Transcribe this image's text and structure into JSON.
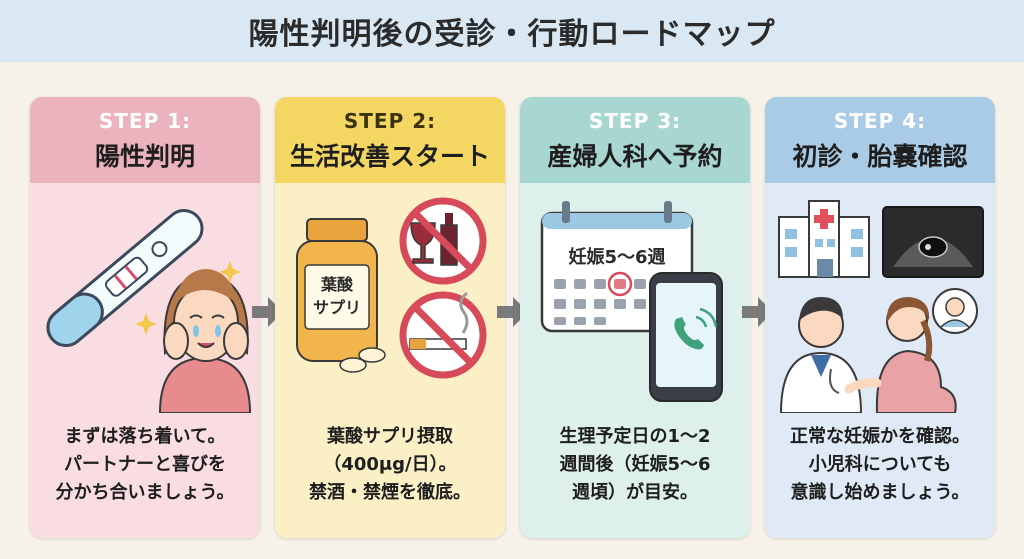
{
  "title": "陽性判明後の受診・行動ロードマップ",
  "steps": [
    {
      "step": "STEP 1:",
      "heading": "陽性判明",
      "lines": [
        "まずは落ち着いて。",
        "パートナーと喜びを",
        "分かち合いましょう。"
      ],
      "head_color": "#eab3bd",
      "body_color": "#f9dde2",
      "step_color": "#ffffff"
    },
    {
      "step": "STEP 2:",
      "heading": "生活改善スタート",
      "lines": [
        "葉酸サプリ摂取",
        "（400μg/日）。",
        "禁酒・禁煙を徹底。"
      ],
      "head_color": "#f4d763",
      "body_color": "#fbefc6",
      "step_color": "#3b3310",
      "bottle_label": [
        "葉酸",
        "サプリ"
      ]
    },
    {
      "step": "STEP 3:",
      "heading": "産婦人科へ予約",
      "lines": [
        "生理予定日の1〜2",
        "週間後（妊娠5〜6",
        "週頃）が目安。"
      ],
      "head_color": "#a8d7d2",
      "body_color": "#ddf0ec",
      "step_color": "#ffffff",
      "calendar_label": "妊娠5〜6週"
    },
    {
      "step": "STEP 4:",
      "heading": "初診・胎嚢確認",
      "lines": [
        "正常な妊娠かを確認。",
        "小児科についても",
        "意識し始めましょう。"
      ],
      "head_color": "#a9cbe6",
      "body_color": "#dfeaf6",
      "step_color": "#ffffff"
    }
  ],
  "icons": [
    "pregnancy-test-icon",
    "crying-woman-icon",
    "sparkle-icon",
    "supplement-bottle-icon",
    "no-alcohol-icon",
    "no-smoking-icon",
    "calendar-icon",
    "smartphone-call-icon",
    "hospital-icon",
    "ultrasound-icon",
    "doctor-icon",
    "pregnant-woman-icon",
    "arrow-right-icon"
  ]
}
